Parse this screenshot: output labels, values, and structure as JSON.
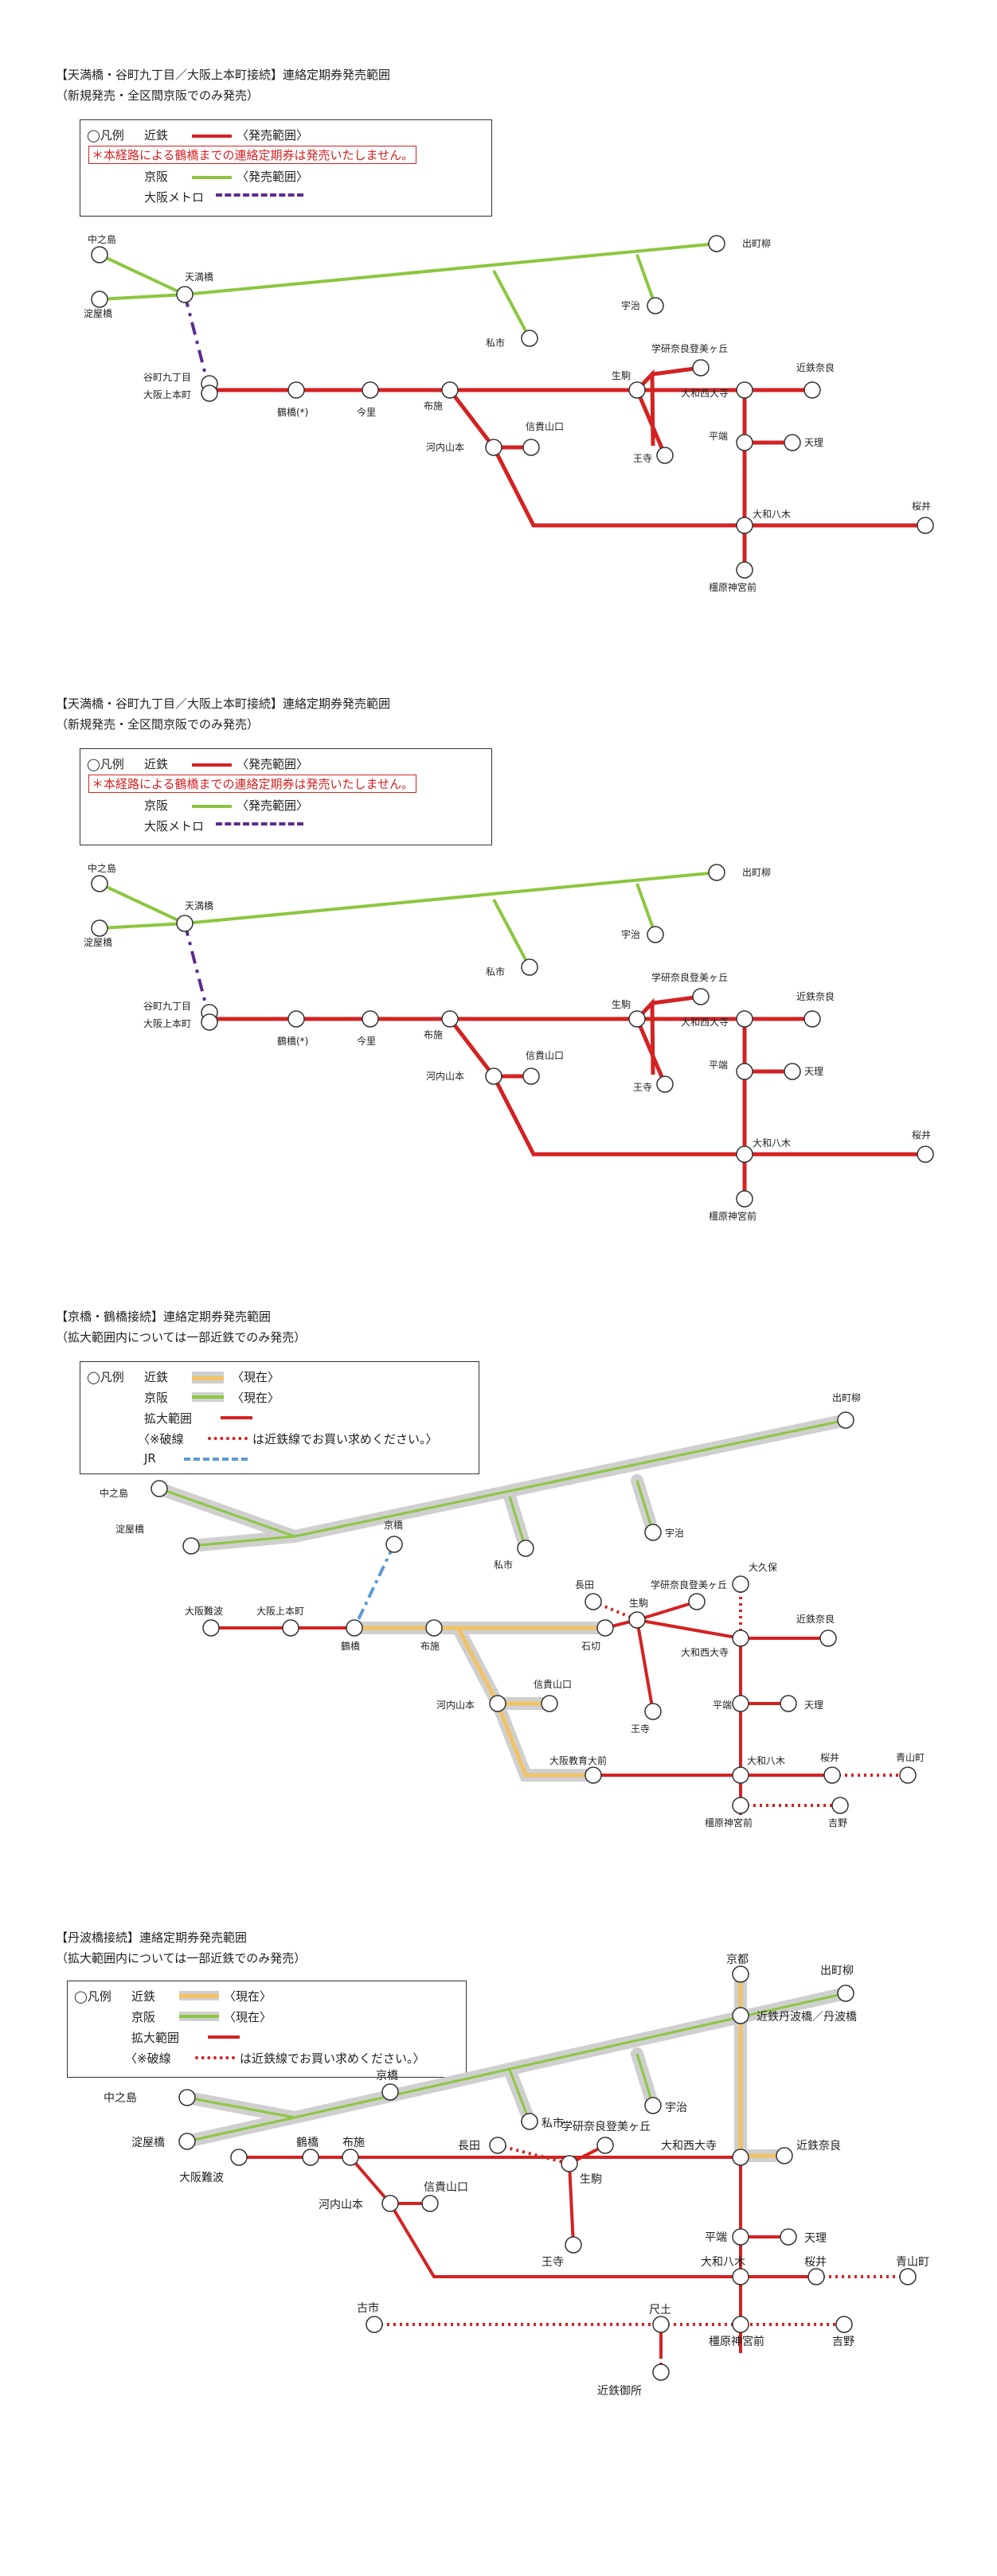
{
  "panels": [
    {
      "title1": "【天満橋・谷町九丁目／大阪上本町接続】連絡定期券発売範囲",
      "title2": "（新規発売・全区間京阪でのみ発売）",
      "legend": {
        "heading": "◯凡例",
        "kintetsu": "近鉄",
        "kintetsu_desc": "〈発売範囲〉",
        "note": "＊本経路による鶴橋までの連絡定期券は発売いたしません。",
        "keihan": "京阪",
        "keihan_desc": "〈発売範囲〉",
        "metro": "大阪メトロ"
      },
      "stations": [
        "中之島",
        "淀屋橋",
        "天満橋",
        "出町柳",
        "宇治",
        "私市",
        "谷町九丁目",
        "大阪上本町",
        "鶴橋(*)",
        "今里",
        "布施",
        "河内山本",
        "信貴山口",
        "生駒",
        "学研奈良登美ヶ丘",
        "王寺",
        "大和西大寺",
        "近鉄奈良",
        "平端",
        "天理",
        "大和八木",
        "桜井",
        "橿原神宮前"
      ]
    },
    {
      "title1": "【天満橋・谷町九丁目／大阪上本町接続】連絡定期券発売範囲",
      "title2": "（新規発売・全区間京阪でのみ発売）",
      "legend": {
        "heading": "◯凡例",
        "kintetsu": "近鉄",
        "kintetsu_desc": "〈発売範囲〉",
        "note": "＊本経路による鶴橋までの連絡定期券は発売いたしません。",
        "keihan": "京阪",
        "keihan_desc": "〈発売範囲〉",
        "metro": "大阪メトロ"
      },
      "stations": [
        "中之島",
        "淀屋橋",
        "天満橋",
        "出町柳",
        "宇治",
        "私市",
        "谷町九丁目",
        "大阪上本町",
        "鶴橋(*)",
        "今里",
        "布施",
        "河内山本",
        "信貴山口",
        "生駒",
        "学研奈良登美ヶ丘",
        "王寺",
        "大和西大寺",
        "近鉄奈良",
        "平端",
        "天理",
        "大和八木",
        "桜井",
        "橿原神宮前"
      ]
    },
    {
      "title1": "【京橋・鶴橋接続】連絡定期券発売範囲",
      "title2": "（拡大範囲内については一部近鉄でのみ発売）",
      "legend": {
        "heading": "◯凡例",
        "kintetsu": "近鉄",
        "kintetsu_desc": "〈現在〉",
        "keihan": "京阪",
        "keihan_desc": "〈現在〉",
        "expanded": "拡大範囲",
        "dashed_note_a": "〈※破線",
        "dashed_note_b": "は近鉄線でお買い求めください。〉",
        "jr": "JR"
      },
      "stations": [
        "出町柳",
        "中之島",
        "淀屋橋",
        "京橋",
        "宇治",
        "私市",
        "大久保",
        "長田",
        "学研奈良登美ヶ丘",
        "大阪難波",
        "大阪上本町",
        "鶴橋",
        "布施",
        "石切",
        "生駒",
        "近鉄奈良",
        "大和西大寺",
        "信貴山口",
        "河内山本",
        "王寺",
        "平端",
        "天理",
        "大阪教育大前",
        "大和八木",
        "桜井",
        "青山町",
        "橿原神宮前",
        "吉野"
      ]
    },
    {
      "title1": "【丹波橋接続】連絡定期券発売範囲",
      "title2": "（拡大範囲内については一部近鉄でのみ発売）",
      "legend": {
        "heading": "◯凡例",
        "kintetsu": "近鉄",
        "kintetsu_desc": "〈現在〉",
        "keihan": "京阪",
        "keihan_desc": "〈現在〉",
        "expanded": "拡大範囲",
        "dashed_note_a": "〈※破線",
        "dashed_note_b": "は近鉄線でお買い求めください。〉"
      },
      "stations": [
        "京都",
        "出町柳",
        "近鉄丹波橋／丹波橋",
        "中之島",
        "京橋",
        "淀屋橋",
        "私市",
        "宇治",
        "長田",
        "学研奈良登美ヶ丘",
        "鶴橋",
        "布施",
        "大阪難波",
        "生駒",
        "大和西大寺",
        "近鉄奈良",
        "河内山本",
        "信貴山口",
        "王寺",
        "平端",
        "天理",
        "大和八木",
        "桜井",
        "青山町",
        "古市",
        "尺土",
        "橿原神宮前",
        "吉野",
        "近鉄御所"
      ]
    }
  ],
  "colors": {
    "kintetsu": "#d42222",
    "keihan": "#8cc63f",
    "metro": "#5b2d8e",
    "jr": "#5b9bd5",
    "current_band": "#cfcfcf",
    "kintetsu_current": "#f2c264"
  }
}
